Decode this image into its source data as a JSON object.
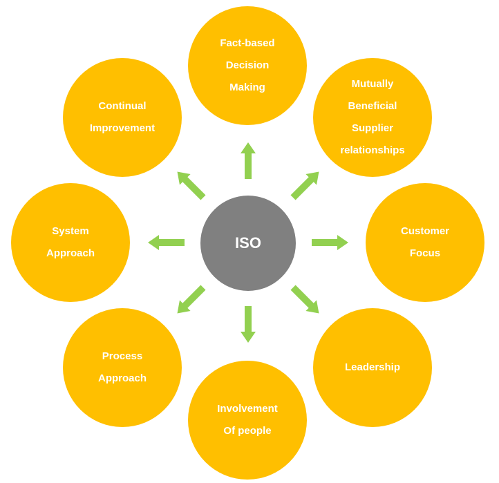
{
  "center": {
    "label": "ISO",
    "color": "#808080"
  },
  "colors": {
    "circle": "#FFBF00",
    "arrow": "#92D050",
    "text": "#FFFFFF"
  },
  "principles": [
    {
      "id": "fact-based-decision-making",
      "label": "Fact-based\nDecision\nMaking"
    },
    {
      "id": "mutually-beneficial-supplier-relationships",
      "label": "Mutually\nBeneficial\nSupplier\nrelationships"
    },
    {
      "id": "customer-focus",
      "label": "Customer\nFocus"
    },
    {
      "id": "leadership",
      "label": "Leadership"
    },
    {
      "id": "involvement-of-people",
      "label": "Involvement\nOf people"
    },
    {
      "id": "process-approach",
      "label": "Process\nApproach"
    },
    {
      "id": "system-approach",
      "label": "System\nApproach"
    },
    {
      "id": "continual-improvement",
      "label": "Continual\nImprovement"
    }
  ]
}
